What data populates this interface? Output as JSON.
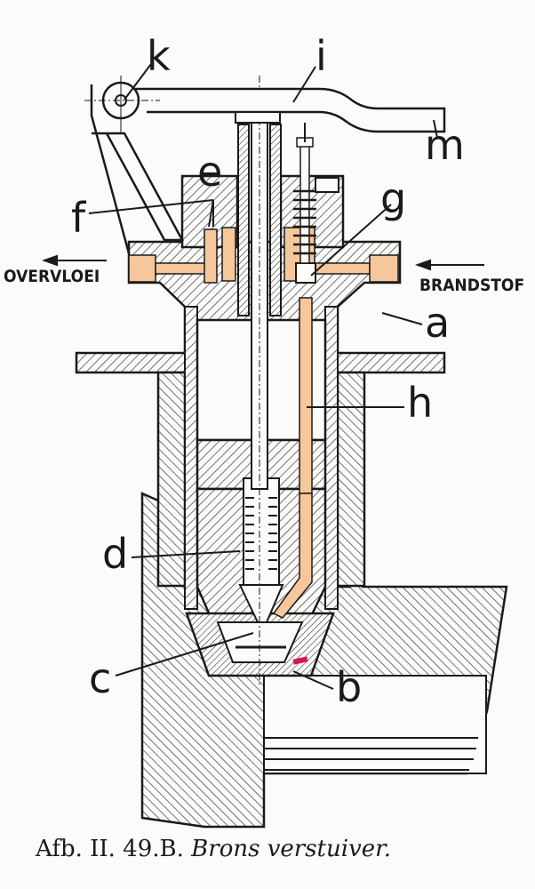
{
  "figure": {
    "title_prefix": "Afb. II. 49.B.",
    "title_italic": "Brons verstuiver.",
    "colors": {
      "fuel": "#f5c79a",
      "seal": "#d8145a",
      "ink": "#1a1a1a",
      "paper": "#fbfbf9"
    }
  },
  "labels": {
    "a": "a",
    "b": "b",
    "c": "c",
    "d": "d",
    "e": "e",
    "f": "f",
    "g": "g",
    "h": "h",
    "i": "i",
    "k": "k",
    "m": "m"
  },
  "flows": {
    "overflow": "OVERVLOEI",
    "fuel_in": "BRANDSTOF"
  }
}
